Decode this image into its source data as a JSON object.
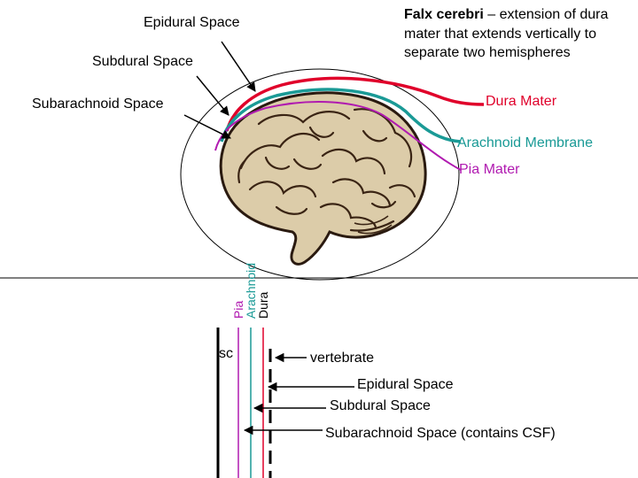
{
  "brain": {
    "epidural_label": "Epidural Space",
    "subdural_label": "Subdural Space",
    "subarachnoid_label": "Subarachnoid Space",
    "falx": {
      "bold": "Falx cerebri",
      "text": " – extension of dura mater that extends vertically to separate two hemispheres"
    },
    "dura_label": "Dura Mater",
    "arachnoid_label": "Arachnoid Membrane",
    "pia_label": "Pia Mater"
  },
  "spine": {
    "layer_labels": {
      "pia": "Pia",
      "arachnoid": "Arachnoid",
      "dura": "Dura"
    },
    "cord_label": "sc",
    "vertebrate_label": "vertebrate",
    "epidural_label": "Epidural Space",
    "subdural_label": "Subdural Space",
    "subarachnoid_label": "Subarachnoid Space (contains CSF)"
  },
  "colors": {
    "dura": "#e0002a",
    "arachnoid": "#1a9a96",
    "pia": "#b01ab0",
    "brain_fill": "#d9c9a8",
    "brain_stroke": "#2a1a10"
  }
}
